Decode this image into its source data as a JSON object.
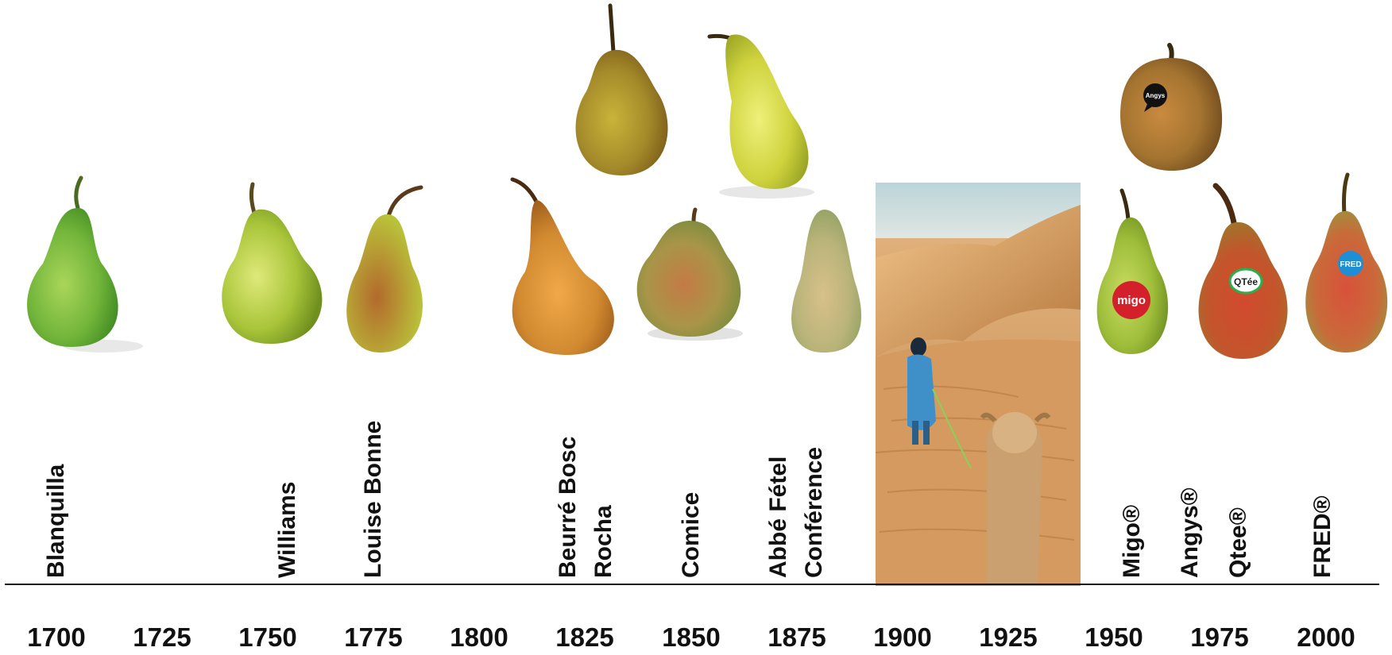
{
  "varieties": {
    "blanquilla": "Blanquilla",
    "williams": "Williams",
    "louise_bonne": "Louise Bonne",
    "beurre_bosc": "Beurré Bosc",
    "rocha": "Rocha",
    "comice": "Comice",
    "abbe_fetel": "Abbé Fétel",
    "conference": "Conférence",
    "migo": "Migo®",
    "angys": "Angys®",
    "qtee": "Qtee®",
    "fred": "FRED®"
  },
  "stickers": {
    "migo": "migo",
    "qtee": "QTée",
    "fred": "FRED",
    "angys": "Angys"
  },
  "years": [
    "1700",
    "1725",
    "1750",
    "1775",
    "1800",
    "1825",
    "1850",
    "1875",
    "1900",
    "1925",
    "1950",
    "1975",
    "2000"
  ],
  "colors": {
    "axis": "#111111",
    "label": "#111111",
    "green_pear": "#7dbb3a",
    "yellow_pear": "#c8cf3a",
    "brown_pear": "#c57a2a",
    "red_pear": "#c94a2c",
    "sand": "#d9a86a",
    "sky": "#dfe9ea"
  }
}
